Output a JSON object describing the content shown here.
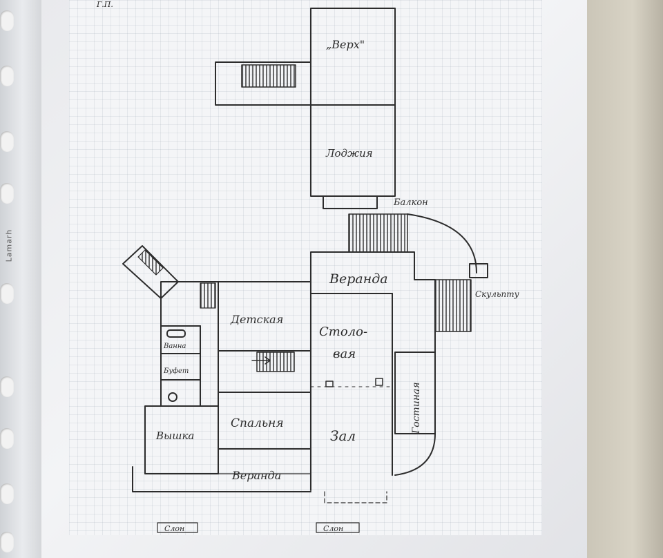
{
  "binder": {
    "brand": "Lamarh"
  },
  "plan": {
    "top_scribble": "Г.П.",
    "rooms": {
      "verh": "„Верх\"",
      "lodzhiya": "Лоджия",
      "balkon": "Балкон",
      "veranda_top": "Веранда",
      "skulptura": "Скульпту",
      "detskaya": "Детская",
      "stolovaya_1": "Столо-",
      "stolovaya_2": "вая",
      "vannaya": "Ванна",
      "bufet": "Буфет",
      "vyshka": "Вышка",
      "spalnya": "Спальня",
      "zal": "Зал",
      "gostinaya": "Гостиная",
      "veranda_bottom": "Веранда",
      "slon_left": "Слон",
      "slon_right": "Слон"
    }
  },
  "colors": {
    "ink": "#2c2c2c",
    "paper": "#f4f5f7",
    "wall": "#d8d3c5"
  }
}
